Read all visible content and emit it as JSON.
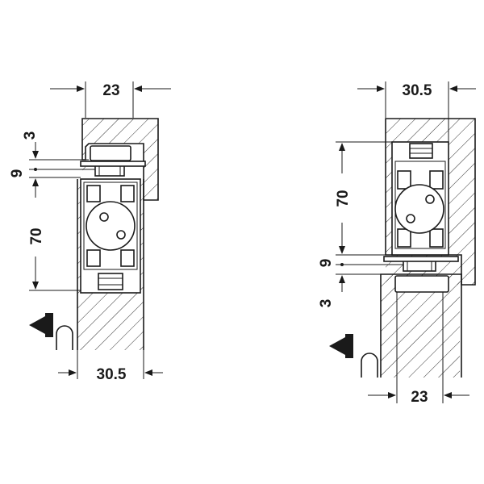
{
  "left_view": {
    "dim_top_width": "23",
    "dim_bottom_width": "30.5",
    "dim_gap_small": "3",
    "dim_gap_medium": "9",
    "dim_body_height": "70"
  },
  "right_view": {
    "dim_top_width": "30.5",
    "dim_bottom_width": "23",
    "dim_body_height": "70",
    "dim_gap_medium": "9",
    "dim_gap_small": "3"
  },
  "colors": {
    "line": "#1a1a1a",
    "background": "#ffffff"
  }
}
